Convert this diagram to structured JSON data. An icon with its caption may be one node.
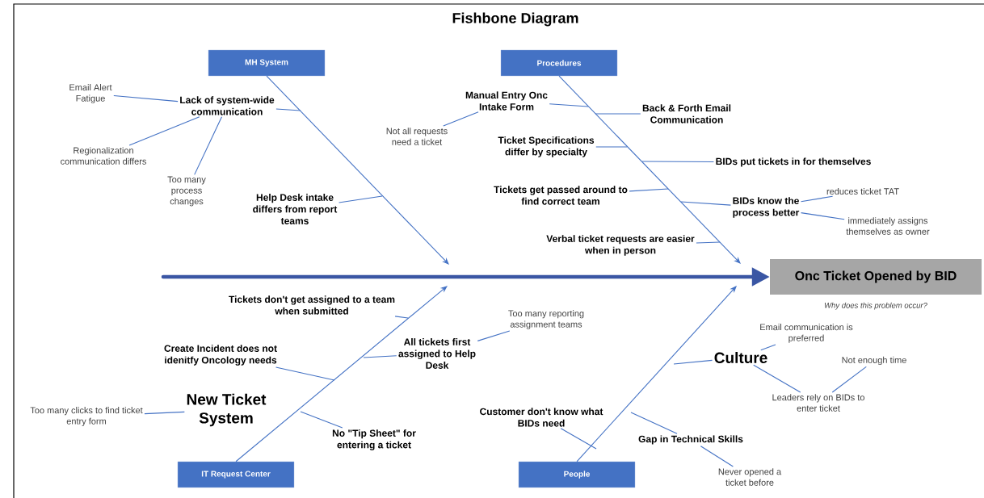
{
  "diagram": {
    "title": "Fishbone Diagram",
    "nodes": [
      {
        "text": [
          "Onc Ticket Opened by BID"
        ],
        "beside": [
          "Why does this problem occur?"
        ]
      },
      {
        "text": [
          "MH System"
        ]
      },
      {
        "text": [
          "Procedures"
        ]
      },
      {
        "text": [
          "IT Request Center"
        ]
      },
      {
        "text": [
          "People"
        ]
      },
      {
        "text": [
          "Lack of system-wide communication"
        ]
      },
      {
        "text": [
          "Email Alert Fatigue"
        ]
      },
      {
        "text": [
          "Regionalization communication differs"
        ]
      },
      {
        "text": [
          "Too many process changes"
        ]
      },
      {
        "text": [
          "Help Desk intake differs from report teams"
        ]
      },
      {
        "text": [
          "Manual Entry Onc Intake Form"
        ]
      },
      {
        "text": [
          "Not all requests need a ticket"
        ]
      },
      {
        "text": [
          "Back & Forth Email Communication"
        ]
      },
      {
        "text": [
          "Ticket Specifications differ by specialty"
        ]
      },
      {
        "text": [
          "BIDs put tickets in for themselves"
        ]
      },
      {
        "text": [
          "Tickets get passed around to find correct team"
        ]
      },
      {
        "text": [
          "BIDs know the process better"
        ]
      },
      {
        "text": [
          "reduces ticket TAT"
        ]
      },
      {
        "text": [
          "immediately assigns themselves as owner"
        ]
      },
      {
        "text": [
          "Verbal ticket requests are easier when in person"
        ]
      },
      {
        "text": [
          "Tickets don't get assigned to a team when submitted"
        ]
      },
      {
        "text": [
          "All tickets first assigned to Help Desk"
        ]
      },
      {
        "text": [
          "Too many reporting assignment teams"
        ]
      },
      {
        "text": [
          "Create Incident does not idenitfy Oncology needs"
        ]
      },
      {
        "text": [
          "New Ticket System"
        ]
      },
      {
        "text": [
          "Too many clicks to find ticket entry form"
        ]
      },
      {
        "text": [
          "No \"Tip Sheet\" for entering a ticket"
        ]
      },
      {
        "text": [
          "Culture"
        ]
      },
      {
        "text": [
          "Email communication is preferred"
        ]
      },
      {
        "text": [
          "Leaders rely on BIDs to enter ticket"
        ]
      },
      {
        "text": [
          "Not enough time"
        ]
      },
      {
        "text": [
          "Customer don't know what BIDs need"
        ]
      },
      {
        "text": [
          "Gap in Technical Skills"
        ]
      },
      {
        "text": [
          "Never opened a ticket before"
        ]
      }
    ],
    "edges": [
      {
        "from": null,
        "to": 0,
        "arrow": "to",
        "style": "thick",
        "color": "#3a56a4"
      },
      {
        "from": 1,
        "to": null,
        "arrow": "to"
      },
      {
        "from": 2,
        "to": null,
        "arrow": "to"
      },
      {
        "from": 3,
        "to": null,
        "arrow": "to"
      },
      {
        "from": 4,
        "to": null,
        "arrow": "to"
      },
      {
        "from": 5,
        "to": null,
        "arrow": "none"
      },
      {
        "from": 6,
        "to": 5,
        "arrow": "none"
      },
      {
        "from": 7,
        "to": 5,
        "arrow": "none"
      },
      {
        "from": 8,
        "to": 5,
        "arrow": "none"
      },
      {
        "from": 9,
        "to": null,
        "arrow": "none"
      },
      {
        "from": 10,
        "to": null,
        "arrow": "none"
      },
      {
        "from": 11,
        "to": 10,
        "arrow": "none"
      },
      {
        "from": 12,
        "to": null,
        "arrow": "none"
      },
      {
        "from": 13,
        "to": null,
        "arrow": "none"
      },
      {
        "from": 14,
        "to": null,
        "arrow": "none"
      },
      {
        "from": 15,
        "to": null,
        "arrow": "none"
      },
      {
        "from": 16,
        "to": null,
        "arrow": "none"
      },
      {
        "from": 17,
        "to": 16,
        "arrow": "none"
      },
      {
        "from": 18,
        "to": 16,
        "arrow": "none"
      },
      {
        "from": 19,
        "to": null,
        "arrow": "none"
      },
      {
        "from": 20,
        "to": null,
        "arrow": "none"
      },
      {
        "from": 21,
        "to": null,
        "arrow": "none"
      },
      {
        "from": 22,
        "to": 21,
        "arrow": "none"
      },
      {
        "from": 23,
        "to": null,
        "arrow": "none"
      },
      {
        "from": 25,
        "to": 24,
        "arrow": "none"
      },
      {
        "from": 26,
        "to": null,
        "arrow": "none"
      },
      {
        "from": 27,
        "to": null,
        "arrow": "none"
      },
      {
        "from": 28,
        "to": 27,
        "arrow": "none"
      },
      {
        "from": 29,
        "to": 27,
        "arrow": "none"
      },
      {
        "from": 30,
        "to": 29,
        "arrow": "none"
      },
      {
        "from": 31,
        "to": null,
        "arrow": "none"
      },
      {
        "from": 32,
        "to": null,
        "arrow": "none"
      },
      {
        "from": 33,
        "to": 32,
        "arrow": "none"
      }
    ]
  }
}
